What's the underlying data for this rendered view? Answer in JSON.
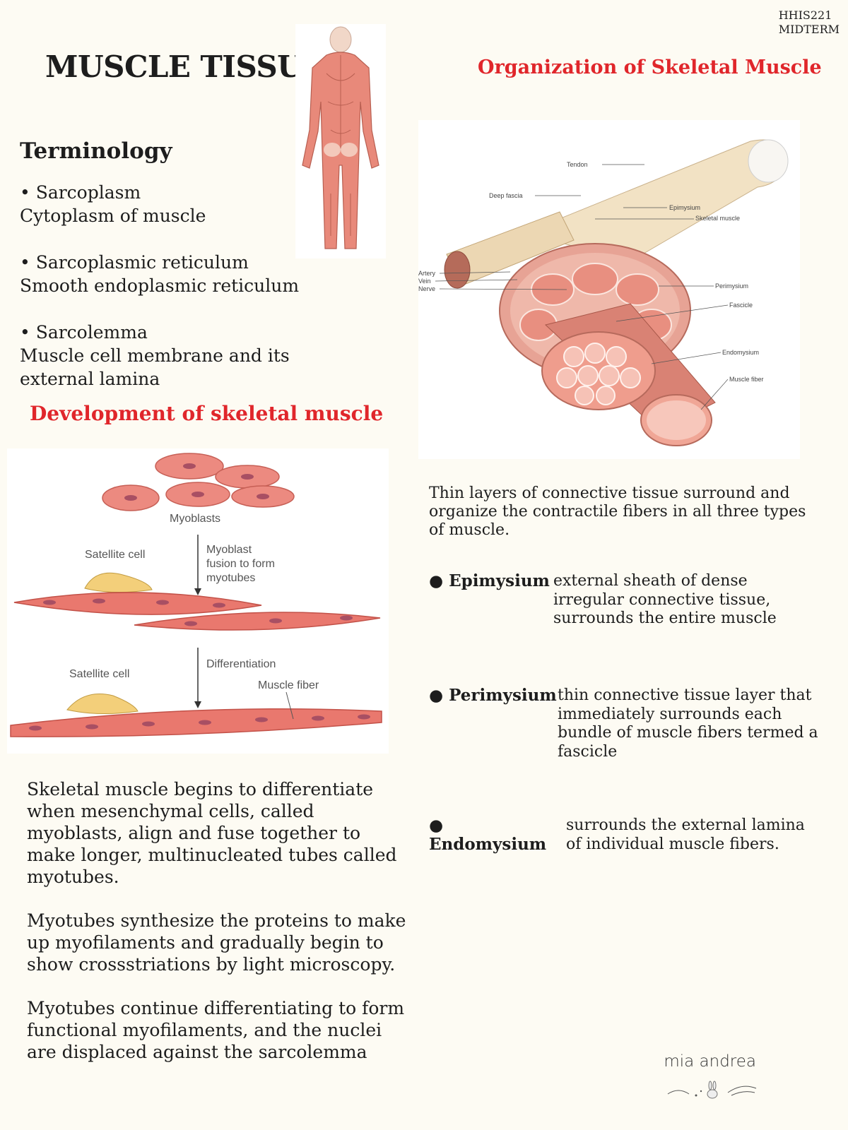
{
  "course": {
    "code": "HHIS221",
    "exam": "MIDTERM"
  },
  "title": "MUSCLE TISSUE",
  "organization": {
    "heading": "Organization of Skeletal Muscle",
    "labels": [
      "Tendon",
      "Deep fascia",
      "Epimysium",
      "Skeletal muscle",
      "Artery",
      "Vein",
      "Nerve",
      "Perimysium",
      "Fascicle",
      "Endomysium",
      "Muscle fiber"
    ],
    "intro": "Thin layers of connective tissue surround and organize the contractile fibers in all three types of muscle.",
    "layers": [
      {
        "term": "Epimysium",
        "definition": "external sheath of dense irregular connective tissue, surrounds the entire muscle"
      },
      {
        "term": "Perimysium",
        "definition": "thin connective tissue layer that immediately surrounds each bundle of muscle fibers termed a fascicle"
      },
      {
        "term": "Endomysium",
        "definition": "surrounds the external lamina of individual muscle fibers."
      }
    ]
  },
  "terminology": {
    "heading": "Terminology",
    "items": [
      {
        "term": "Sarcoplasm",
        "definition": "Cytoplasm of muscle"
      },
      {
        "term": "Sarcoplasmic reticulum",
        "definition": "Smooth endoplasmic reticulum"
      },
      {
        "term": "Sarcolemma",
        "definition": "Muscle cell membrane and its external lamina"
      }
    ]
  },
  "development": {
    "heading": "Development of skeletal muscle",
    "labels": {
      "myoblasts": "Myoblasts",
      "satellite1": "Satellite cell",
      "fusion": "Myoblast fusion to form myotubes",
      "differentiation": "Differentiation",
      "satellite2": "Satellite cell",
      "fiber": "Muscle fiber"
    },
    "paragraphs": [
      "Skeletal muscle begins to differentiate when mesenchymal cells, called myoblasts, align and fuse together to make longer, multinucleated tubes called myotubes.",
      "Myotubes synthesize the proteins to make up myofilaments and gradually begin to show crossstriations by light microscopy.",
      "Myotubes continue differentiating to form functional myofilaments, and the nuclei are displaced against the sarcolemma"
    ]
  },
  "signature": "mia andrea",
  "colors": {
    "accent_red": "#e0262b",
    "muscle": "#e8897a",
    "background": "#fdfbf3"
  }
}
